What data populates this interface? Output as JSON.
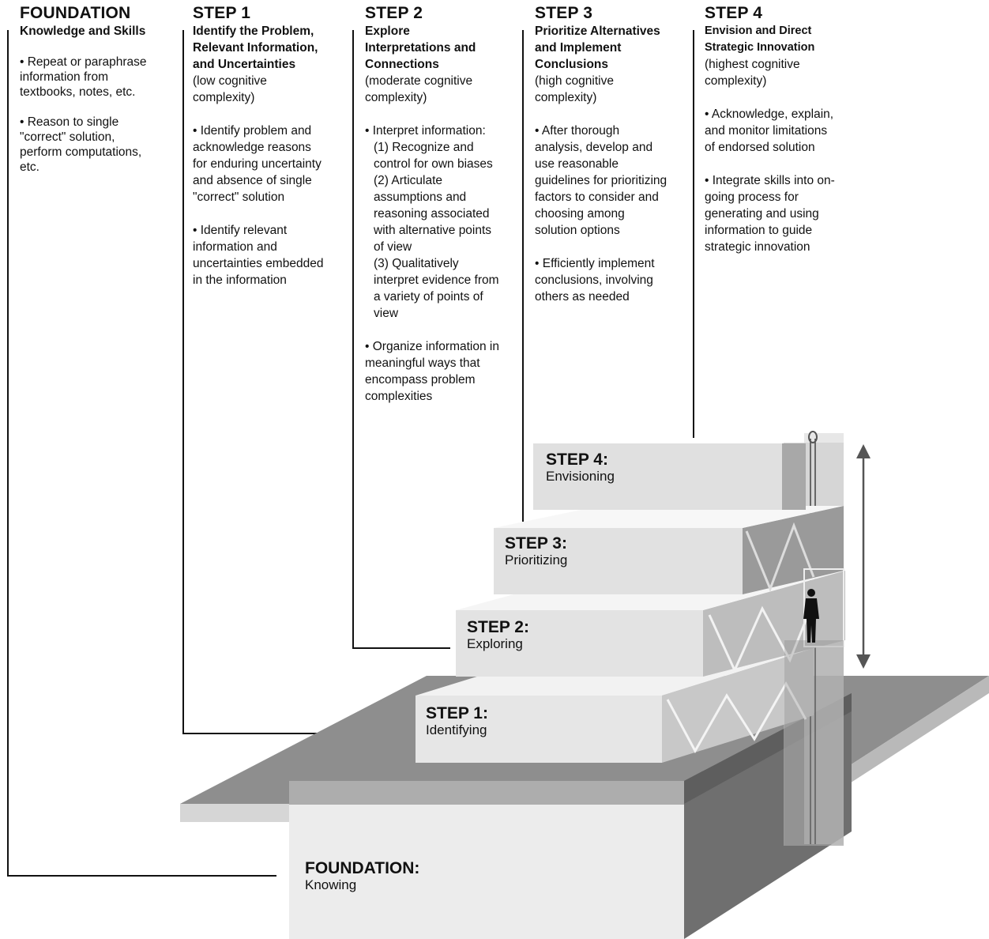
{
  "columns": [
    {
      "heading": "FOUNDATION",
      "subtitle": [
        "Knowledge and Skills"
      ],
      "complexity": [],
      "bullets": [
        [
          "• Repeat or paraphrase",
          "information from",
          "textbooks, notes, etc."
        ],
        [
          "• Reason to single",
          "\"correct\" solution,",
          "perform computations,",
          "etc."
        ]
      ]
    },
    {
      "heading": "STEP 1",
      "subtitle": [
        "Identify the Problem,",
        "Relevant Information,",
        "and Uncertainties"
      ],
      "complexity": [
        "(low cognitive",
        "complexity)"
      ],
      "bullets": [
        [
          "• Identify problem and",
          "acknowledge reasons",
          "for enduring uncertainty",
          "and absence of single",
          "\"correct\" solution"
        ],
        [
          "• Identify relevant",
          "information and",
          "uncertainties embedded",
          "in the information"
        ]
      ]
    },
    {
      "heading": "STEP 2",
      "subtitle": [
        "Explore",
        "Interpretations and",
        "Connections"
      ],
      "complexity": [
        "(moderate cognitive",
        "complexity)"
      ],
      "bullets": [
        [
          "• Interpret information:",
          "  (1) Recognize and",
          "  control for own biases",
          "  (2) Articulate",
          "  assumptions and",
          "  reasoning associated",
          "  with alternative points",
          "  of view",
          "  (3) Qualitatively",
          "  interpret evidence from",
          "  a variety of points of",
          "  view"
        ],
        [
          "• Organize information in",
          "meaningful ways that",
          "encompass problem",
          "complexities"
        ]
      ]
    },
    {
      "heading": "STEP 3",
      "subtitle": [
        "Prioritize Alternatives",
        "and Implement",
        "Conclusions"
      ],
      "complexity": [
        "(high cognitive",
        "complexity)"
      ],
      "bullets": [
        [
          "• After thorough",
          "analysis, develop and",
          "use reasonable",
          "guidelines for prioritizing",
          "factors to consider and",
          "choosing among",
          "solution options"
        ],
        [
          "• Efficiently implement",
          "conclusions, involving",
          "others as needed"
        ]
      ]
    },
    {
      "heading": "STEP 4",
      "subtitle": [
        "Envision and Direct",
        "Strategic Innovation"
      ],
      "complexity": [
        "(highest cognitive",
        "complexity)"
      ],
      "bullets": [
        [
          "• Acknowledge, explain,",
          "and monitor limitations",
          "of endorsed solution"
        ],
        [
          "• Integrate skills into on-",
          "going process for",
          "generating and using",
          "information to guide",
          "strategic innovation"
        ]
      ]
    }
  ],
  "levels": {
    "foundation": {
      "title": "FOUNDATION:",
      "label": "Knowing"
    },
    "step1": {
      "title": "STEP 1:",
      "label": "Identifying"
    },
    "step2": {
      "title": "STEP 2:",
      "label": "Exploring"
    },
    "step3": {
      "title": "STEP 3:",
      "label": "Prioritizing"
    },
    "step4": {
      "title": "STEP 4:",
      "label": "Envisioning"
    }
  },
  "icons": {
    "person": "person-silhouette-icon",
    "arrow": "double-headed-vertical-arrow-icon"
  }
}
